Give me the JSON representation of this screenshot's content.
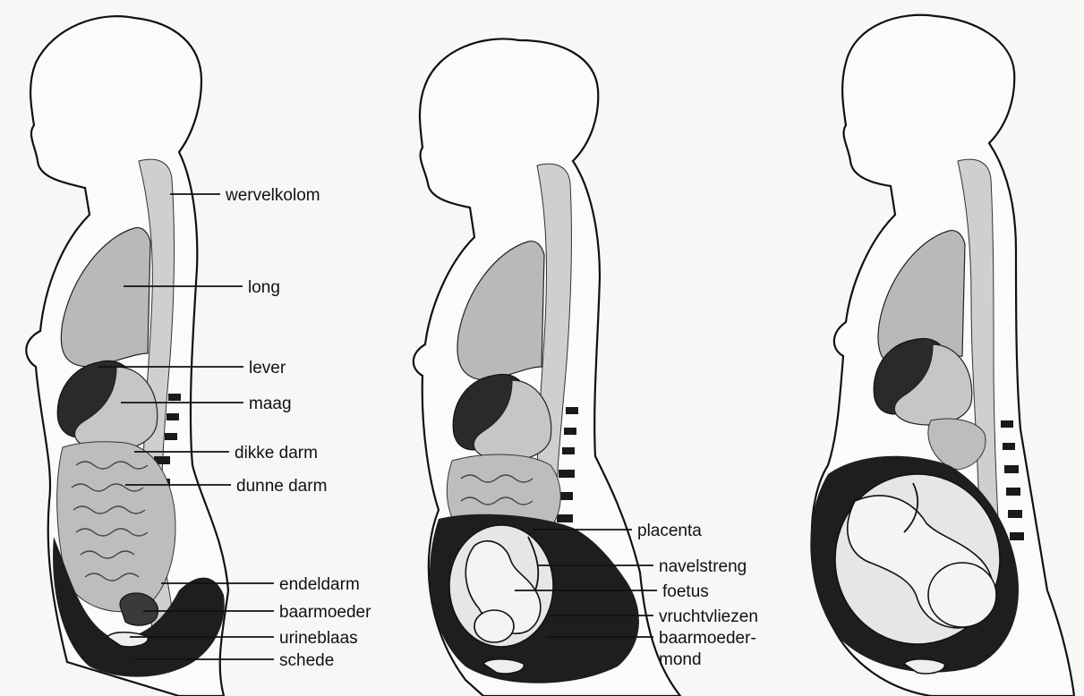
{
  "figure1_labels": {
    "wervelkolom": "wervelkolom",
    "long": "long",
    "lever": "lever",
    "maag": "maag",
    "dikke_darm": "dikke darm",
    "dunne_darm": "dunne darm",
    "endeldarm": "endeldarm",
    "baarmoeder": "baarmoeder",
    "urineblaas": "urineblaas",
    "schede": "schede"
  },
  "figure2_labels": {
    "placenta": "placenta",
    "navelstreng": "navelstreng",
    "foetus": "foetus",
    "vruchtvliezen": "vruchtvliezen",
    "baarmoedermond_1": "baarmoeder-",
    "baarmoedermond_2": "mond"
  }
}
